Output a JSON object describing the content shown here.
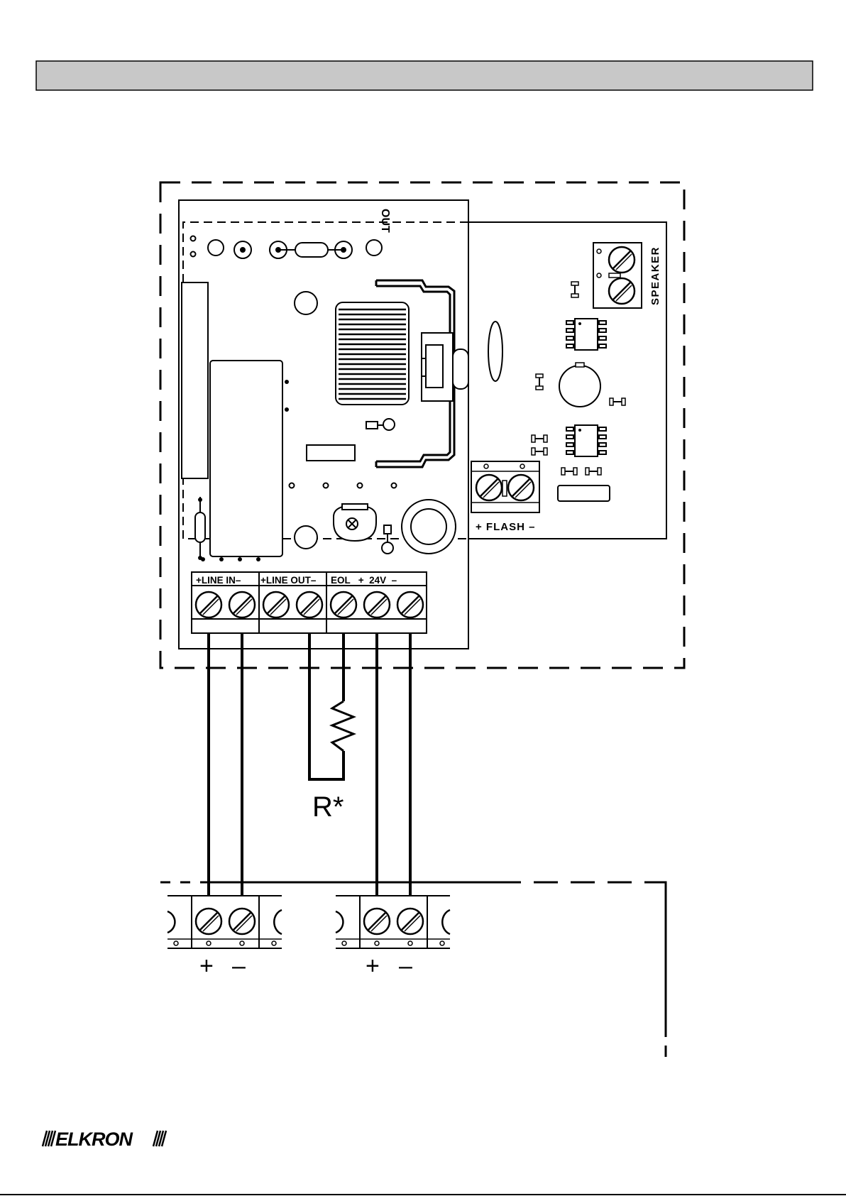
{
  "header_bar": {
    "fill": "#c8c8c8"
  },
  "module": {
    "out_label": "OUT",
    "speaker_label": "SPEAKER",
    "flash_label": "+ FLASH –",
    "terminal_groups": [
      {
        "label": "+LINE IN–",
        "screws": 2
      },
      {
        "label": "+LINE OUT–",
        "screws": 2
      },
      {
        "label": "EOL   +  24V  –",
        "screws": 3
      }
    ]
  },
  "resistor": {
    "label": "R*"
  },
  "bases": [
    {
      "plus": "+",
      "minus": "–"
    },
    {
      "plus": "+",
      "minus": "–"
    }
  ],
  "footer": {
    "logo": "ELKRON"
  },
  "colors": {
    "ink": "#000000",
    "paper": "#ffffff",
    "bar": "#c8c8c8"
  }
}
